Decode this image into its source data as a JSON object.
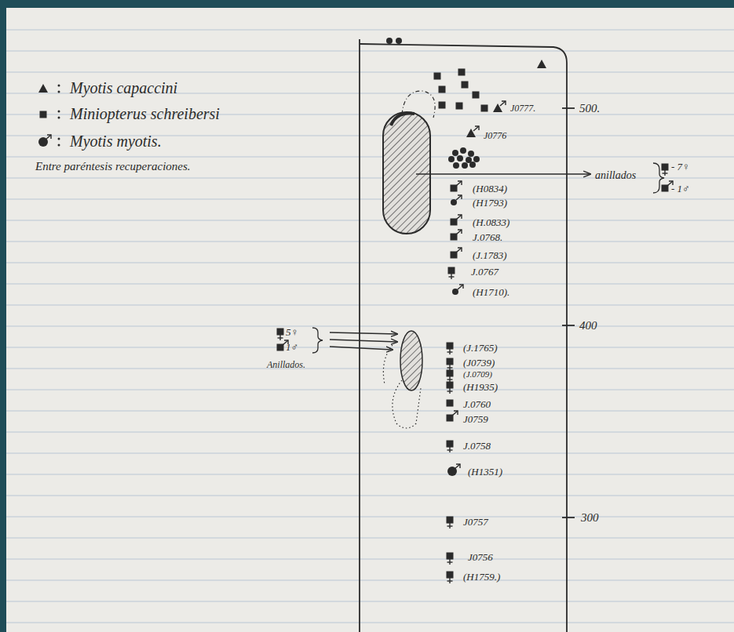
{
  "diagram": {
    "labels": [
      "Entre paréntesis recuperaciones.",
      "500.",
      "J0777.",
      "J0776",
      "anillados",
      "- 7♀",
      "- 1♂",
      "(H0834)",
      "(H1793)",
      "(H.0833)",
      "J.0768.",
      "(J.1783)",
      "J.0767",
      "(H1710).",
      "400",
      "5♀",
      "1♂",
      "Anillados.",
      "(J.1765)",
      "(J0739)",
      "(J.0709)",
      "(H1935)",
      "J.0760",
      "J0759",
      "J.0758",
      "(H1351)",
      "300",
      "J0757",
      "J0756",
      "(H1759.)"
    ],
    "legend": [
      {
        "text": "Myotis capaccini"
      },
      {
        "text": "Miniopterus schreibersi"
      },
      {
        "text": "Myotis myotis."
      }
    ]
  }
}
